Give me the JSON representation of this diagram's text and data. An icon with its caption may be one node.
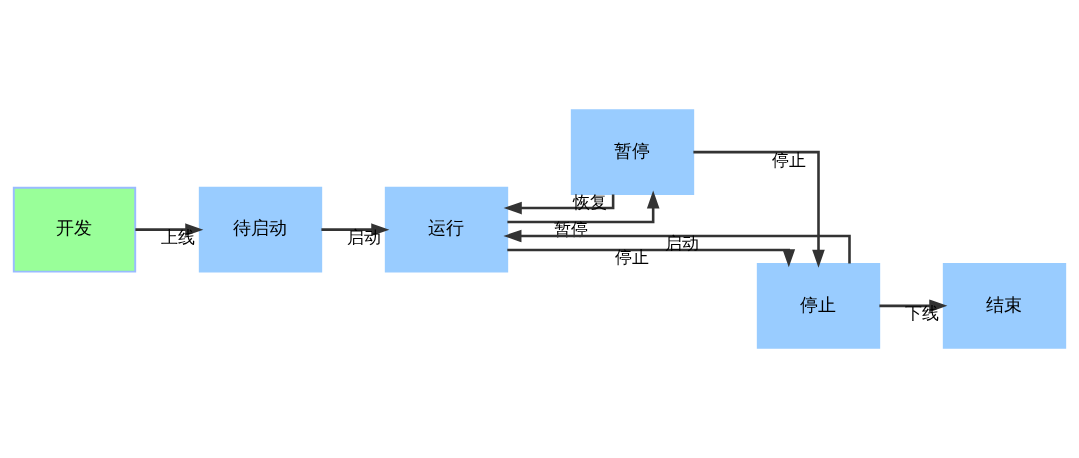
{
  "diagram": {
    "nodes": [
      {
        "text": [
          "开发"
        ]
      },
      {
        "text": [
          "待启动"
        ]
      },
      {
        "text": [
          "运行"
        ]
      },
      {
        "text": [
          "暂停"
        ]
      },
      {
        "text": [
          "停止"
        ]
      },
      {
        "text": [
          "结束"
        ]
      }
    ],
    "edges": [
      {
        "from": 0,
        "to": 1,
        "arrow": "to",
        "label": "上线"
      },
      {
        "from": 1,
        "to": 2,
        "arrow": "to",
        "label": "启动"
      },
      {
        "from": 2,
        "to": 3,
        "arrow": "to",
        "label": "暂停"
      },
      {
        "from": 2,
        "to": 4,
        "arrow": "to",
        "label": "停止"
      },
      {
        "from": 3,
        "to": 2,
        "arrow": "to",
        "label": "恢复"
      },
      {
        "from": 3,
        "to": 4,
        "arrow": "to",
        "label": "停止"
      },
      {
        "from": 4,
        "to": 5,
        "arrow": "to",
        "label": "下线"
      },
      {
        "from": 4,
        "to": 2,
        "arrow": "to",
        "label": "启动"
      }
    ]
  }
}
